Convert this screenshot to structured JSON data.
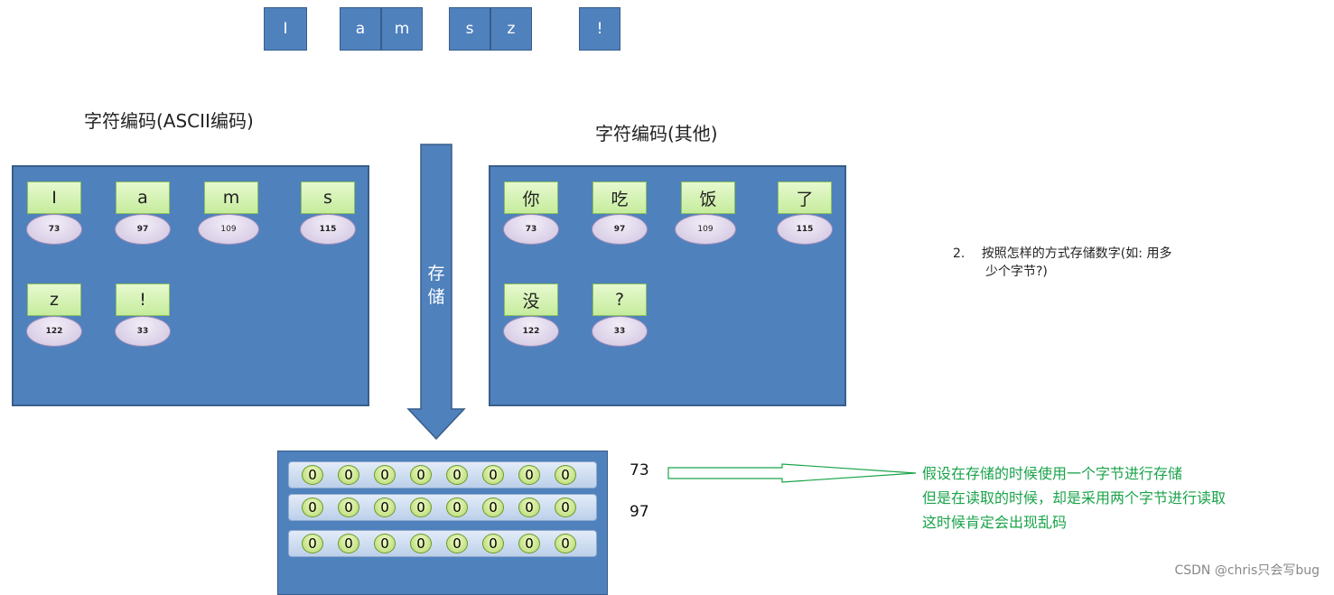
{
  "sentence_letters": [
    "I",
    "a",
    "m",
    "s",
    "z",
    "!"
  ],
  "ascii_caption": "字符编码(ASCII编码)",
  "other_caption": "字符编码(其他)",
  "ascii_panel": [
    {
      "char": "I",
      "code": "73"
    },
    {
      "char": "a",
      "code": "97"
    },
    {
      "char": "m",
      "code": "109"
    },
    {
      "char": "s",
      "code": "115"
    },
    {
      "char": "z",
      "code": "122"
    },
    {
      "char": "!",
      "code": "33"
    }
  ],
  "other_panel": [
    {
      "char": "你",
      "code": "73"
    },
    {
      "char": "吃",
      "code": "97"
    },
    {
      "char": "饭",
      "code": "109"
    },
    {
      "char": "了",
      "code": "115"
    },
    {
      "char": "没",
      "code": "122"
    },
    {
      "char": "?",
      "code": "33"
    }
  ],
  "arrow_label": "存储",
  "memory_rows": [
    [
      "0",
      "0",
      "0",
      "0",
      "0",
      "0",
      "0",
      "0"
    ],
    [
      "0",
      "0",
      "0",
      "0",
      "0",
      "0",
      "0",
      "0"
    ],
    [
      "0",
      "0",
      "0",
      "0",
      "0",
      "0",
      "0",
      "0"
    ]
  ],
  "row_values": [
    "73",
    "97"
  ],
  "question": {
    "number": "2.",
    "text_line1": "按照怎样的方式存储数字(如: 用多",
    "text_line2": "少个字节?)"
  },
  "note_lines": [
    "假设在存储的时候使用一个字节进行存储",
    "但是在读取的时候，却是采用两个字节进行读取",
    "这时候肯定会出现乱码"
  ],
  "watermark": "CSDN @chris只会写bug",
  "colors": {
    "panel_blue": "#4f81bd",
    "tile_green": "#c6ec9d",
    "oval_purple": "#cfc3e0",
    "note_green": "#1aa34a"
  }
}
